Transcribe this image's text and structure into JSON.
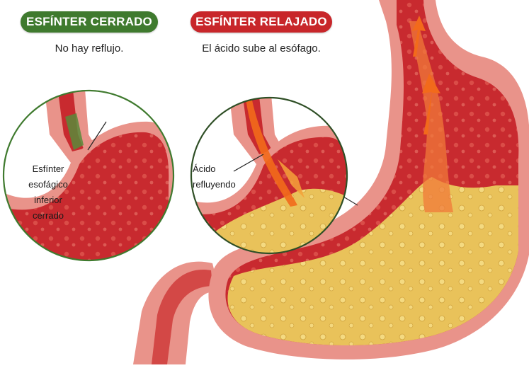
{
  "badges": {
    "closed": {
      "label": "ESFÍNTER CERRADO",
      "color": "#3f7a2e"
    },
    "relaxed": {
      "label": "ESFÍNTER RELAJADO",
      "color": "#c8262a"
    }
  },
  "subtitles": {
    "closed": "No hay reflujo.",
    "relaxed": "El ácido sube al esófago."
  },
  "labels": {
    "sphincter": [
      "Esfínter",
      "esofágico",
      "inferior",
      "cerrado"
    ],
    "acid": [
      "Ácido",
      "refluyendo"
    ]
  },
  "colors": {
    "tissue_outer": "#e9938a",
    "tissue_inner": "#b8202a",
    "lumen": "#d63d3a",
    "acid": "#e9c25a",
    "acid_dark": "#d9a63a",
    "circle_border_closed": "#3f7a2e",
    "circle_border_relaxed": "#2f4f26",
    "reflux_arrow": "#f26a1b"
  }
}
